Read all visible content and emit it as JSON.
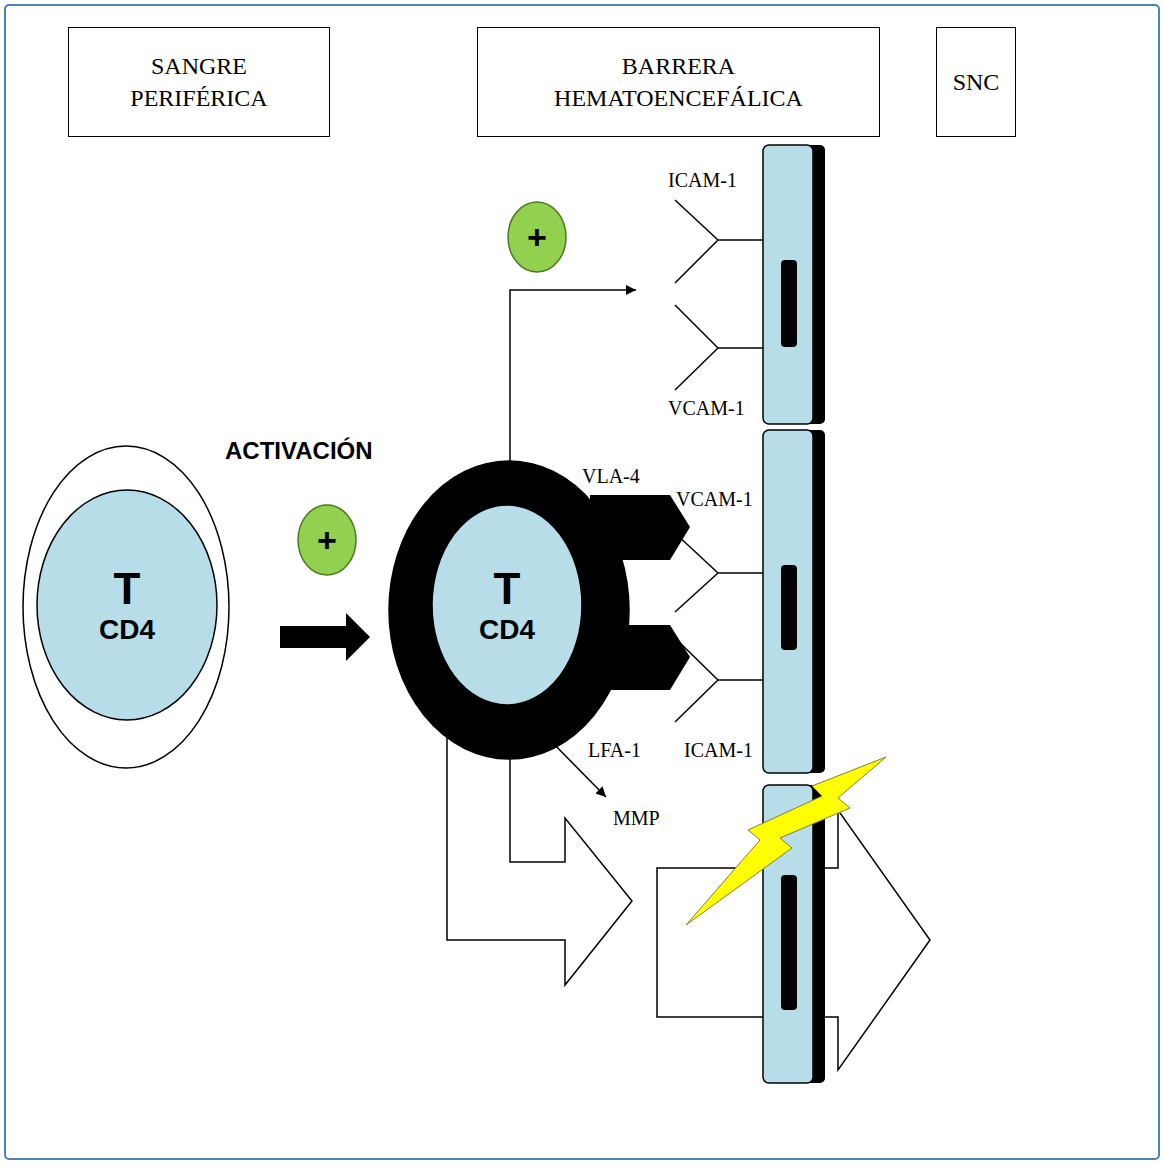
{
  "diagram": {
    "nodes": [
      {
        "text": [
          "SANGRE PERIFÉRICA"
        ]
      },
      {
        "text": [
          "BARRERA HEMATOENCEFÁLICA"
        ]
      },
      {
        "text": [
          "SNC"
        ]
      },
      {
        "text": [
          "+"
        ]
      },
      {
        "text": [
          "T",
          "CD4"
        ]
      },
      {
        "text": [
          "+"
        ]
      },
      {
        "text": [
          "T",
          "CD4"
        ]
      }
    ],
    "edges": [
      {
        "from": 4,
        "to": 6,
        "arrow": "to"
      }
    ],
    "labels": [
      "ICAM-1",
      "VCAM-1",
      "ACTIVACIÓN",
      "VLA-4",
      "VCAM-1",
      "LFA-1",
      "ICAM-1",
      "MMP"
    ]
  }
}
